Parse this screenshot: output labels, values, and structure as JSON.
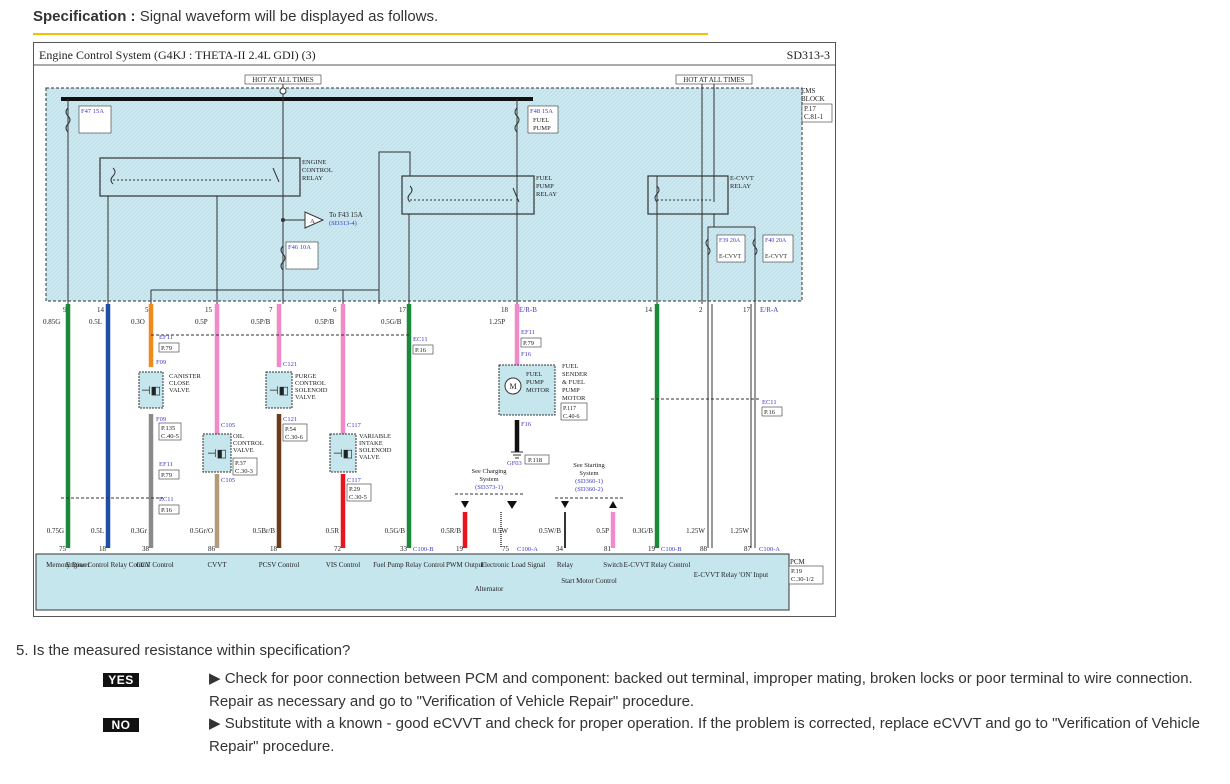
{
  "spec": {
    "label": "Specification :",
    "text": "Signal waveform will be displayed as follows."
  },
  "diagram": {
    "title": "Engine Control System (G4KJ : THETA-II 2.4L GDI) (3)",
    "code": "SD313-3",
    "hot_left": "HOT AT ALL TIMES",
    "hot_right": "HOT AT ALL TIMES",
    "ems_block": [
      "EMS",
      "BLOCK",
      "P.17",
      "C.81-1"
    ],
    "fuse_f47": "F47 15A",
    "fuse_f48": "F48 15A",
    "fuel_pump_fuse_label": [
      "FUEL",
      "PUMP"
    ],
    "engine_relay_label": [
      "ENGINE",
      "CONTROL",
      "RELAY"
    ],
    "fuel_pump_relay_label": [
      "FUEL",
      "PUMP",
      "RELAY"
    ],
    "ecvvt_relay_label": [
      "E-CVVT",
      "RELAY"
    ],
    "to_f43": "To F43 15A",
    "to_f43_ref": "(SD313-4)",
    "conn_a": "A",
    "fuse_f46": "F46 10A",
    "fuse_f39": "F39 20A",
    "fuse_f40": "F40 20A",
    "fuse_f39_name": "E-CVVT",
    "fuse_f40_name": "E-CVVT",
    "pins_top": [
      "9",
      "14",
      "5",
      "15",
      "7",
      "6",
      "17",
      "18",
      "2",
      "17",
      "14"
    ],
    "wires_top": [
      "0.85G",
      "0.5L",
      "0.3O",
      "0.5P",
      "0.5P/B",
      "0.5P/B",
      "0.5G/B",
      "1.25P",
      "E/R-B",
      "E/R-A"
    ],
    "canister": [
      "CANISTER",
      "CLOSE",
      "VALVE"
    ],
    "purge": [
      "PURGE",
      "CONTROL",
      "SOLENOID",
      "VALVE"
    ],
    "oil": [
      "OIL",
      "CONTROL",
      "VALVE"
    ],
    "vis_valve": [
      "VARIABLE",
      "INTAKE",
      "SOLENOID",
      "VALVE"
    ],
    "fuel_pump_motor": [
      "FUEL",
      "PUMP",
      "MOTOR"
    ],
    "fuel_sender": [
      "FUEL",
      "SENDER",
      "& FUEL",
      "PUMP",
      "MOTOR"
    ],
    "fuel_sender_ref": [
      "P.117",
      "C.40-6"
    ],
    "refs": {
      "ef11": "EF11",
      "f09": "F09",
      "c105": "C105",
      "c121": "C121",
      "c117": "C117",
      "ec11": "EC11",
      "f16": "F16",
      "gf03": "GF03",
      "p79": "P.79",
      "p16": "P.16",
      "p118": "P.118",
      "p135": [
        "P.135",
        "C.40-5"
      ],
      "p37": [
        "P.37",
        "C.30-3"
      ],
      "p54": [
        "P.54",
        "C.30-6"
      ],
      "p29": [
        "P.29",
        "C.30-5"
      ]
    },
    "see_charging": [
      "See Charging",
      "System",
      "(SD373-1)"
    ],
    "see_starting": [
      "See Starting",
      "System",
      "(SD360-1)",
      "(SD360-2)"
    ],
    "wires_bottom": [
      "0.75G",
      "0.5L",
      "0.3Gr",
      "0.5Gr/O",
      "0.5Br/B",
      "0.5R",
      "0.5G/B",
      "0.5R/B",
      "0.5W",
      "0.5W/B",
      "0.5P",
      "0.3G/B",
      "1.25W",
      "1.25W"
    ],
    "pins_bottom": [
      "75",
      "18",
      "38",
      "86",
      "18",
      "72",
      "33",
      "19",
      "75",
      "34",
      "81",
      "19",
      "88",
      "87"
    ],
    "conn_bottom": [
      "C100-B",
      "C100-A",
      "C100-B",
      "C100-A"
    ],
    "pcm": [
      "PCM",
      "P.19",
      "C.30-1/2"
    ],
    "funcs": [
      "Memory Power",
      "Engine Control Relay Control",
      "CCV Control",
      "CVVT",
      "PCSV Control",
      "VIS Control",
      "Fuel Pump Relay Control",
      "PWM Output",
      "Electronic Load Signal",
      "Alternator",
      "Relay",
      "Switch",
      "Start Motor Control",
      "E-CVVT Relay Control",
      "E-CVVT Relay 'ON' Input"
    ]
  },
  "question": "5. Is the measured resistance within specification?",
  "yes": {
    "label": "YES",
    "text": "▶ Check for poor connection between PCM and component: backed out terminal, improper mating, broken locks or poor terminal to wire connection. Repair as necessary and go to \"Verification of Vehicle Repair\" procedure."
  },
  "no": {
    "label": "NO",
    "text": "▶ Substitute with a known - good eCVVT and check for proper operation. If the problem is corrected, replace eCVVT and go to \"Verification of Vehicle Repair\" procedure."
  },
  "colors": {
    "green": "#1a8a3a",
    "blue": "#1f4ea6",
    "orange": "#f08a1c",
    "pink": "#f08ac8",
    "brown": "#6b3a1a",
    "red": "#e8141e",
    "black": "#111111",
    "grey": "#8a8a8a",
    "module_fill": "#c6e6ee",
    "ref_blue": "#3b3bc8",
    "rule_yellow": "#f2c200"
  }
}
